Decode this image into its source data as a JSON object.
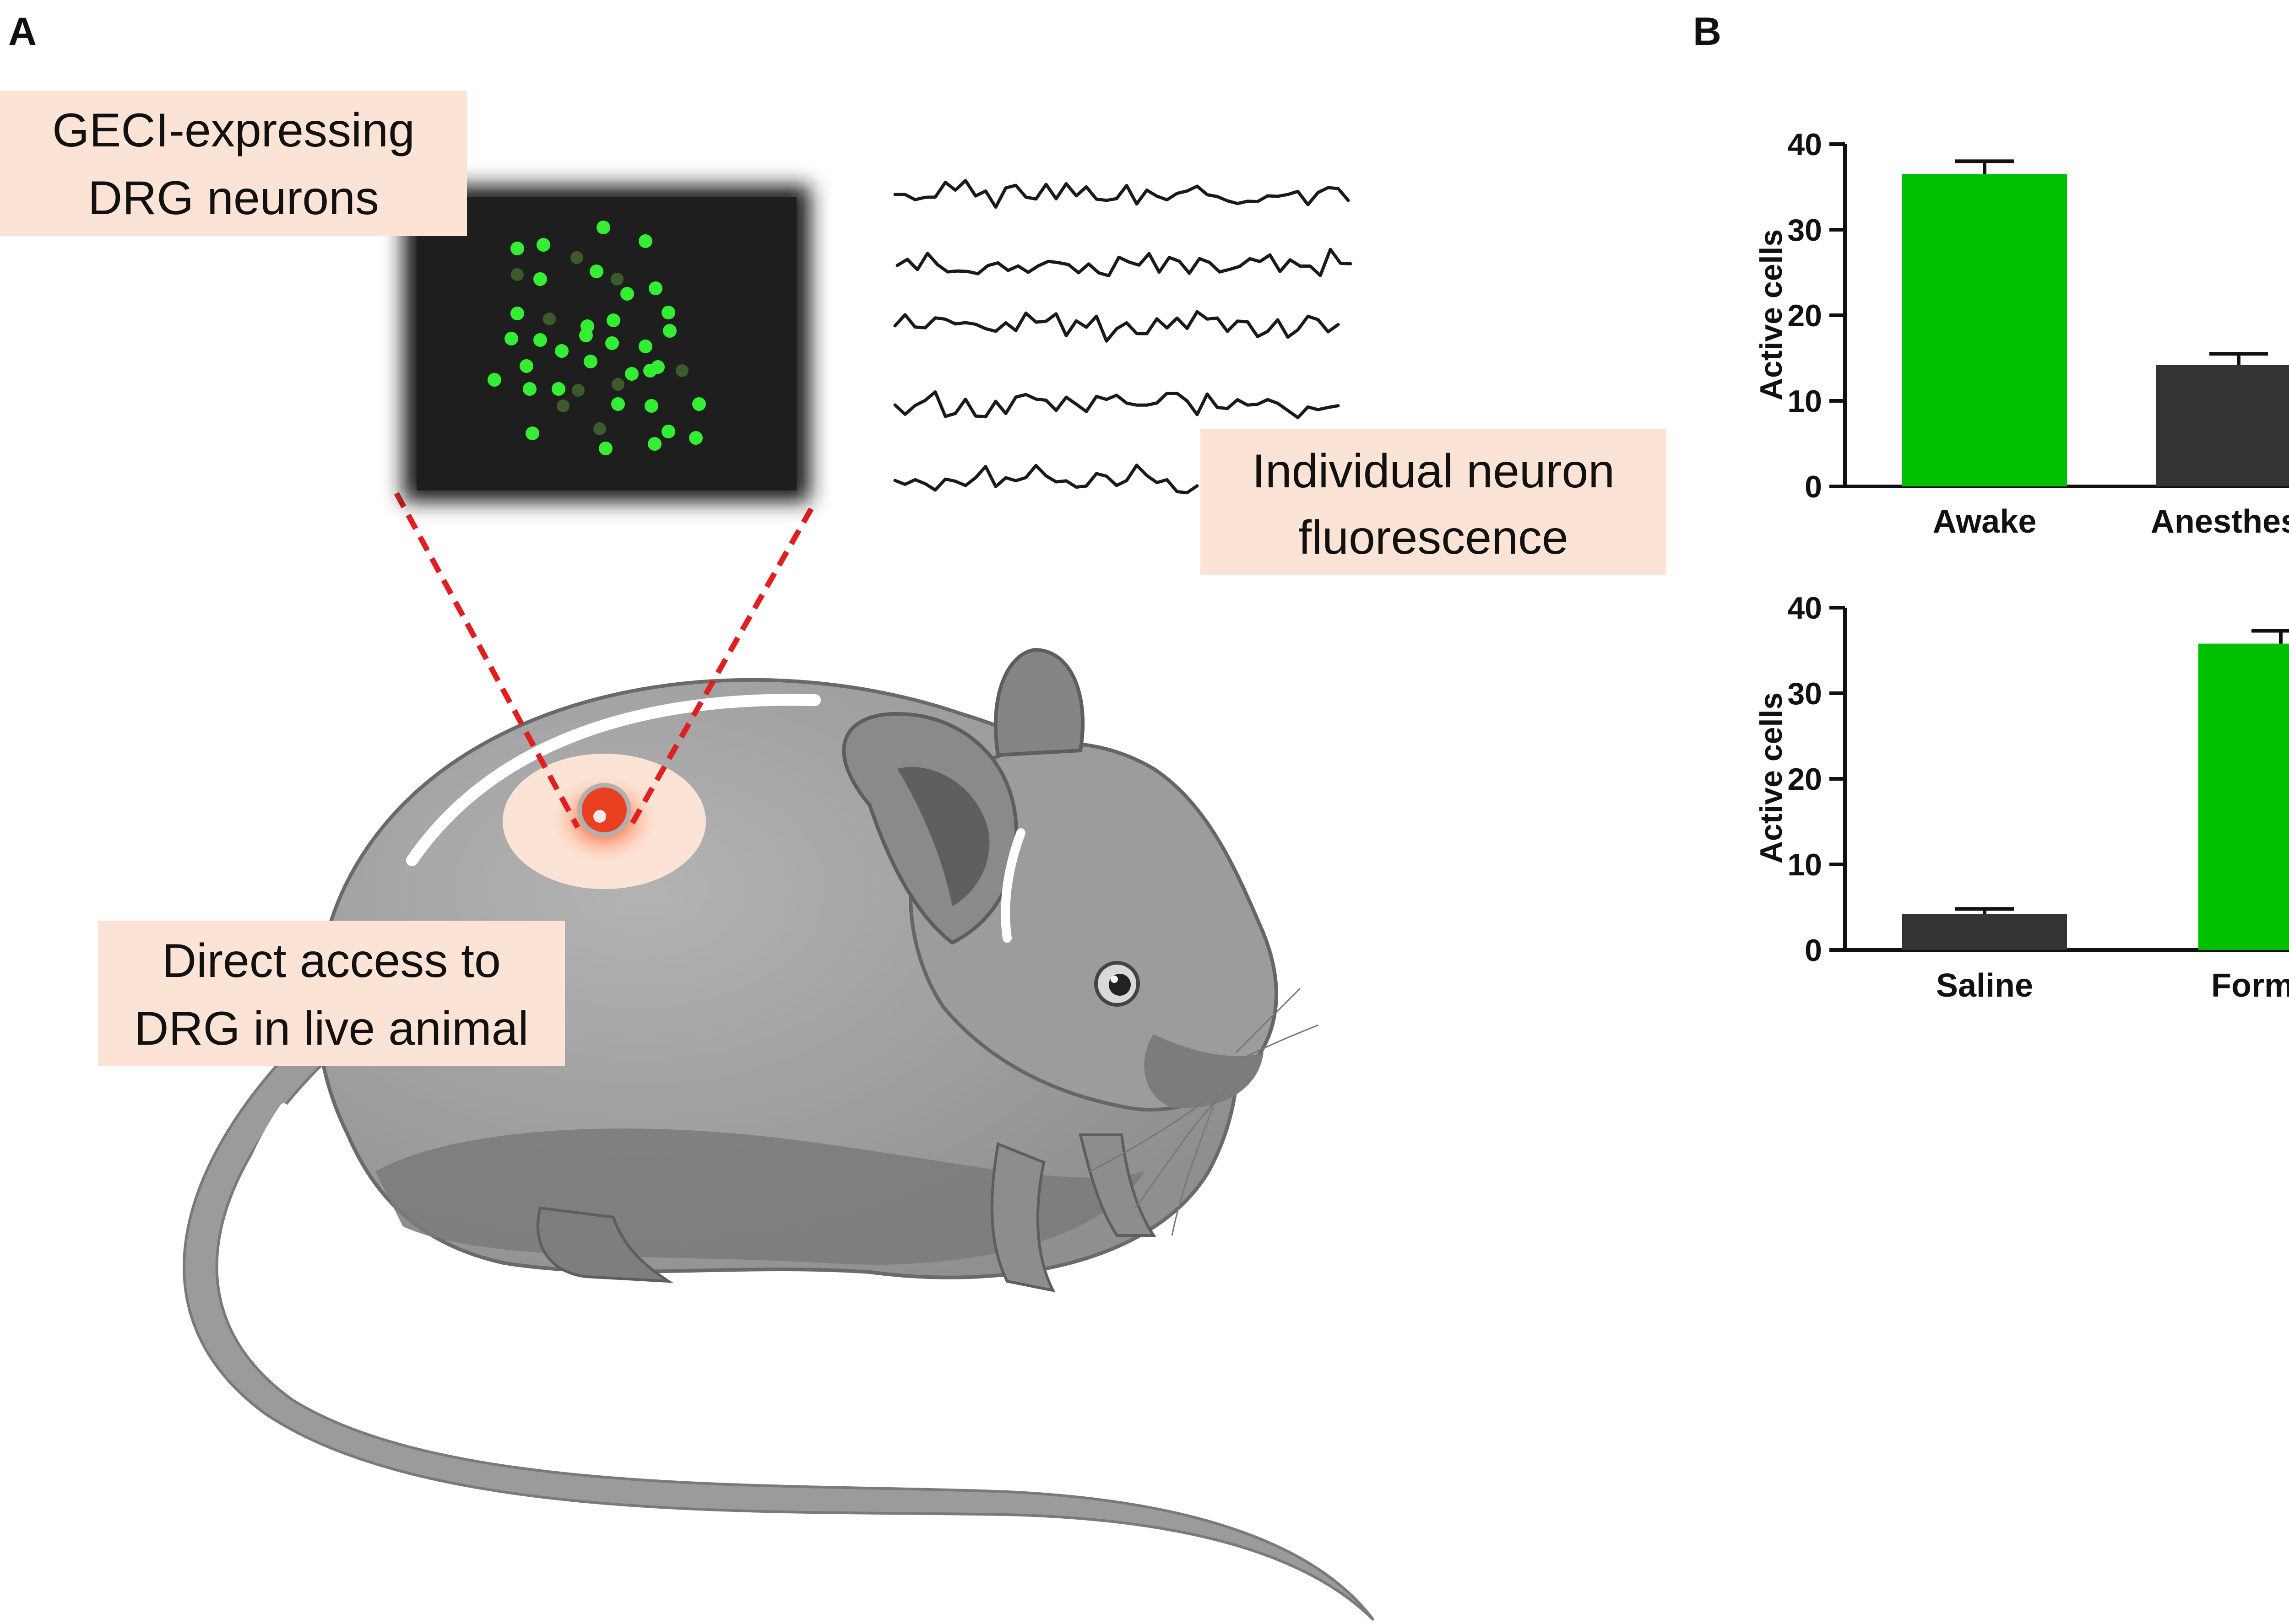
{
  "panels": {
    "a_label": "A",
    "b_label": "B"
  },
  "callouts": {
    "geci": {
      "line1": "GECI-expressing",
      "line2": "DRG neurons"
    },
    "fluorescence": {
      "line1": "Individual neuron",
      "line2": "fluorescence"
    },
    "access": {
      "line1": "Direct access to",
      "line2": "DRG in live animal"
    }
  },
  "colors": {
    "callout_bg": "#fbe4d6",
    "green_bar": "#00c000",
    "dark_bar": "#333333",
    "dashed_line": "#e02020",
    "mouse_body": "#a6a6a6",
    "mouse_dark": "#6e6e6e",
    "imaging_field": "#1e1e1e",
    "neuron_green": "#33ee33"
  },
  "chart_data": [
    {
      "type": "bar",
      "categories": [
        "Awake",
        "Anesthesia"
      ],
      "values": [
        36.5,
        14.2
      ],
      "errors": [
        1.5,
        1.3
      ],
      "bar_colors": [
        "#00c000",
        "#333333"
      ],
      "ylabel": "Active cells",
      "ylim": [
        0,
        40
      ],
      "yticks": [
        0,
        10,
        20,
        30,
        40
      ]
    },
    {
      "type": "bar",
      "categories": [
        "Saline",
        "Formalin"
      ],
      "values": [
        4.2,
        35.8
      ],
      "errors": [
        0.6,
        1.5
      ],
      "bar_colors": [
        "#333333",
        "#00c000"
      ],
      "ylabel": "Active cells",
      "ylim": [
        0,
        40
      ],
      "yticks": [
        0,
        10,
        20,
        30,
        40
      ]
    }
  ]
}
